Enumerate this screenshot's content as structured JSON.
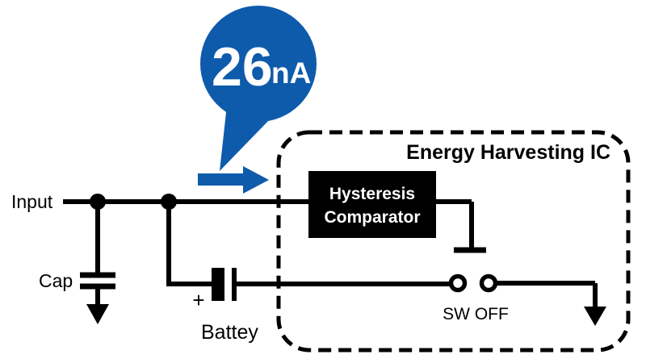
{
  "title": "Energy Harvesting IC",
  "callout": {
    "value": "26",
    "unit": "nA"
  },
  "labels": {
    "input": "Input",
    "cap": "Cap",
    "battery_polarity": "+",
    "battery": "Battey",
    "switch_state": "SW OFF"
  },
  "comparator": {
    "line1": "Hysteresis",
    "line2": "Comparator"
  },
  "colors": {
    "accent_blue": "#0e5bab",
    "line_black": "#000000",
    "comparator_bg": "#000000",
    "comparator_text": "#ffffff",
    "background": "#ffffff"
  }
}
